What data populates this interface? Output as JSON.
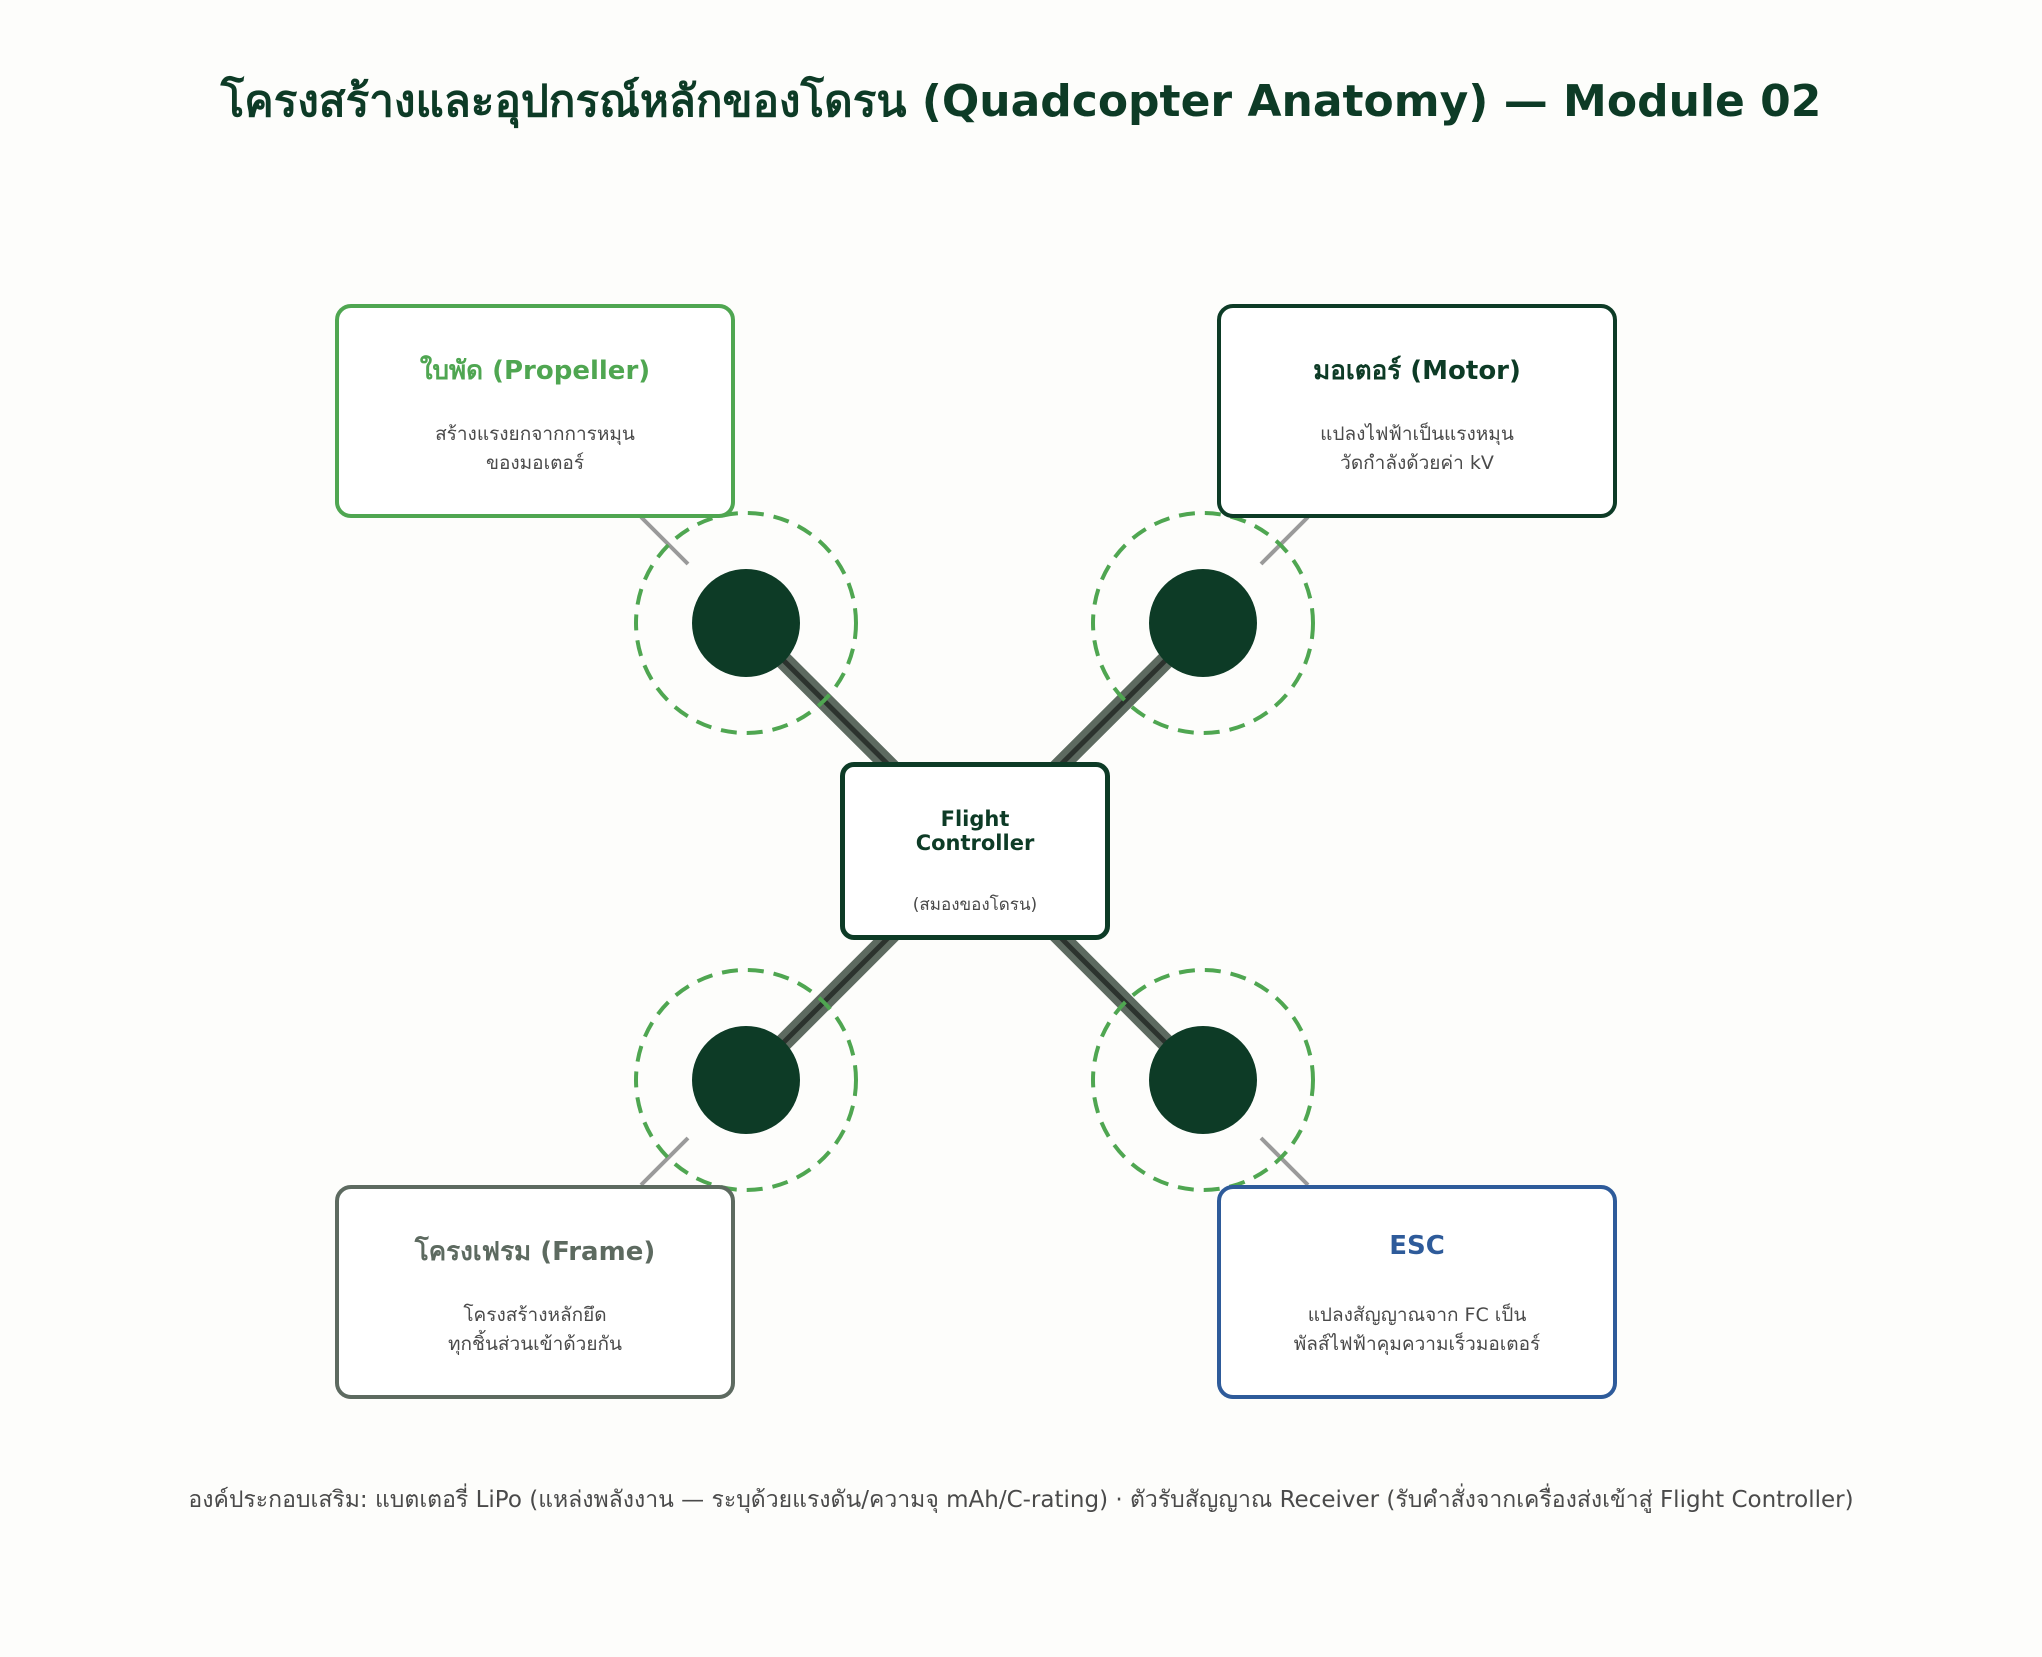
{
  "title": "โครงสร้างและอุปกรณ์หลักของโดรน (Quadcopter Anatomy) — Module 02",
  "colors": {
    "primary": "#0d3b26",
    "accent_green": "#4fa651",
    "frame_gray": "#5d6a60",
    "esc_blue": "#2e5b9a",
    "arm": "#5d6a60",
    "leader_line": "#9a9a9a"
  },
  "flight_controller": {
    "title": "Flight\nController",
    "subtitle": "(สมองของโดรน)"
  },
  "cards": {
    "propeller": {
      "title": "ใบพัด (Propeller)",
      "description": "สร้างแรงยกจากการหมุน\nของมอเตอร์"
    },
    "motor": {
      "title": "มอเตอร์ (Motor)",
      "description": "แปลงไฟฟ้าเป็นแรงหมุน\nวัดกำลังด้วยค่า kV"
    },
    "frame": {
      "title": "โครงเฟรม (Frame)",
      "description": "โครงสร้างหลักยึด\nทุกชิ้นส่วนเข้าด้วยกัน"
    },
    "esc": {
      "title": "ESC",
      "description": "แปลงสัญญาณจาก FC เป็น\nพัลส์ไฟฟ้าคุมความเร็วมอเตอร์"
    }
  },
  "footnote": "องค์ประกอบเสริม: แบตเตอรี่ LiPo (แหล่งพลังงาน — ระบุด้วยแรงดัน/ความจุ mAh/C-rating)  ·  ตัวรับสัญญาณ Receiver (รับคำสั่งจากเครื่องส่งเข้าสู่ Flight Controller)"
}
